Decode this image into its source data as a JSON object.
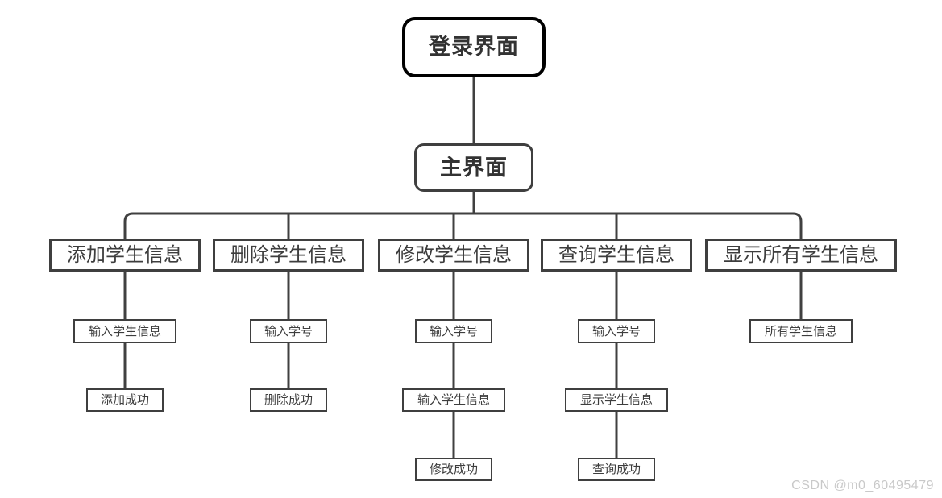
{
  "watermark": {
    "text": "CSDN @m0_60495479"
  },
  "colors": {
    "background": "#ffffff",
    "line": "#404040",
    "box_border": "#3f3f3f",
    "login_border": "#000000",
    "text": "#333333",
    "watermark": "#c9c9c9"
  },
  "diagram": {
    "type": "flowchart",
    "nodes": {
      "login": {
        "label": "登录界面"
      },
      "main": {
        "label": "主界面"
      },
      "add": {
        "label": "添加学生信息"
      },
      "add_input": {
        "label": "输入学生信息"
      },
      "add_success": {
        "label": "添加成功"
      },
      "delete": {
        "label": "删除学生信息"
      },
      "delete_input_id": {
        "label": "输入学号"
      },
      "delete_success": {
        "label": "删除成功"
      },
      "modify": {
        "label": "修改学生信息"
      },
      "modify_input_id": {
        "label": "输入学号"
      },
      "modify_input_info": {
        "label": "输入学生信息"
      },
      "modify_success": {
        "label": "修改成功"
      },
      "query": {
        "label": "查询学生信息"
      },
      "query_input_id": {
        "label": "输入学号"
      },
      "query_display": {
        "label": "显示学生信息"
      },
      "query_success": {
        "label": "查询成功"
      },
      "show_all": {
        "label": "显示所有学生信息"
      },
      "all_info": {
        "label": "所有学生信息"
      }
    },
    "edges": [
      [
        "login",
        "main"
      ],
      [
        "main",
        "add"
      ],
      [
        "main",
        "delete"
      ],
      [
        "main",
        "modify"
      ],
      [
        "main",
        "query"
      ],
      [
        "main",
        "show_all"
      ],
      [
        "add",
        "add_input"
      ],
      [
        "add_input",
        "add_success"
      ],
      [
        "delete",
        "delete_input_id"
      ],
      [
        "delete_input_id",
        "delete_success"
      ],
      [
        "modify",
        "modify_input_id"
      ],
      [
        "modify_input_id",
        "modify_input_info"
      ],
      [
        "modify_input_info",
        "modify_success"
      ],
      [
        "query",
        "query_input_id"
      ],
      [
        "query_input_id",
        "query_display"
      ],
      [
        "query_display",
        "query_success"
      ],
      [
        "show_all",
        "all_info"
      ]
    ]
  }
}
